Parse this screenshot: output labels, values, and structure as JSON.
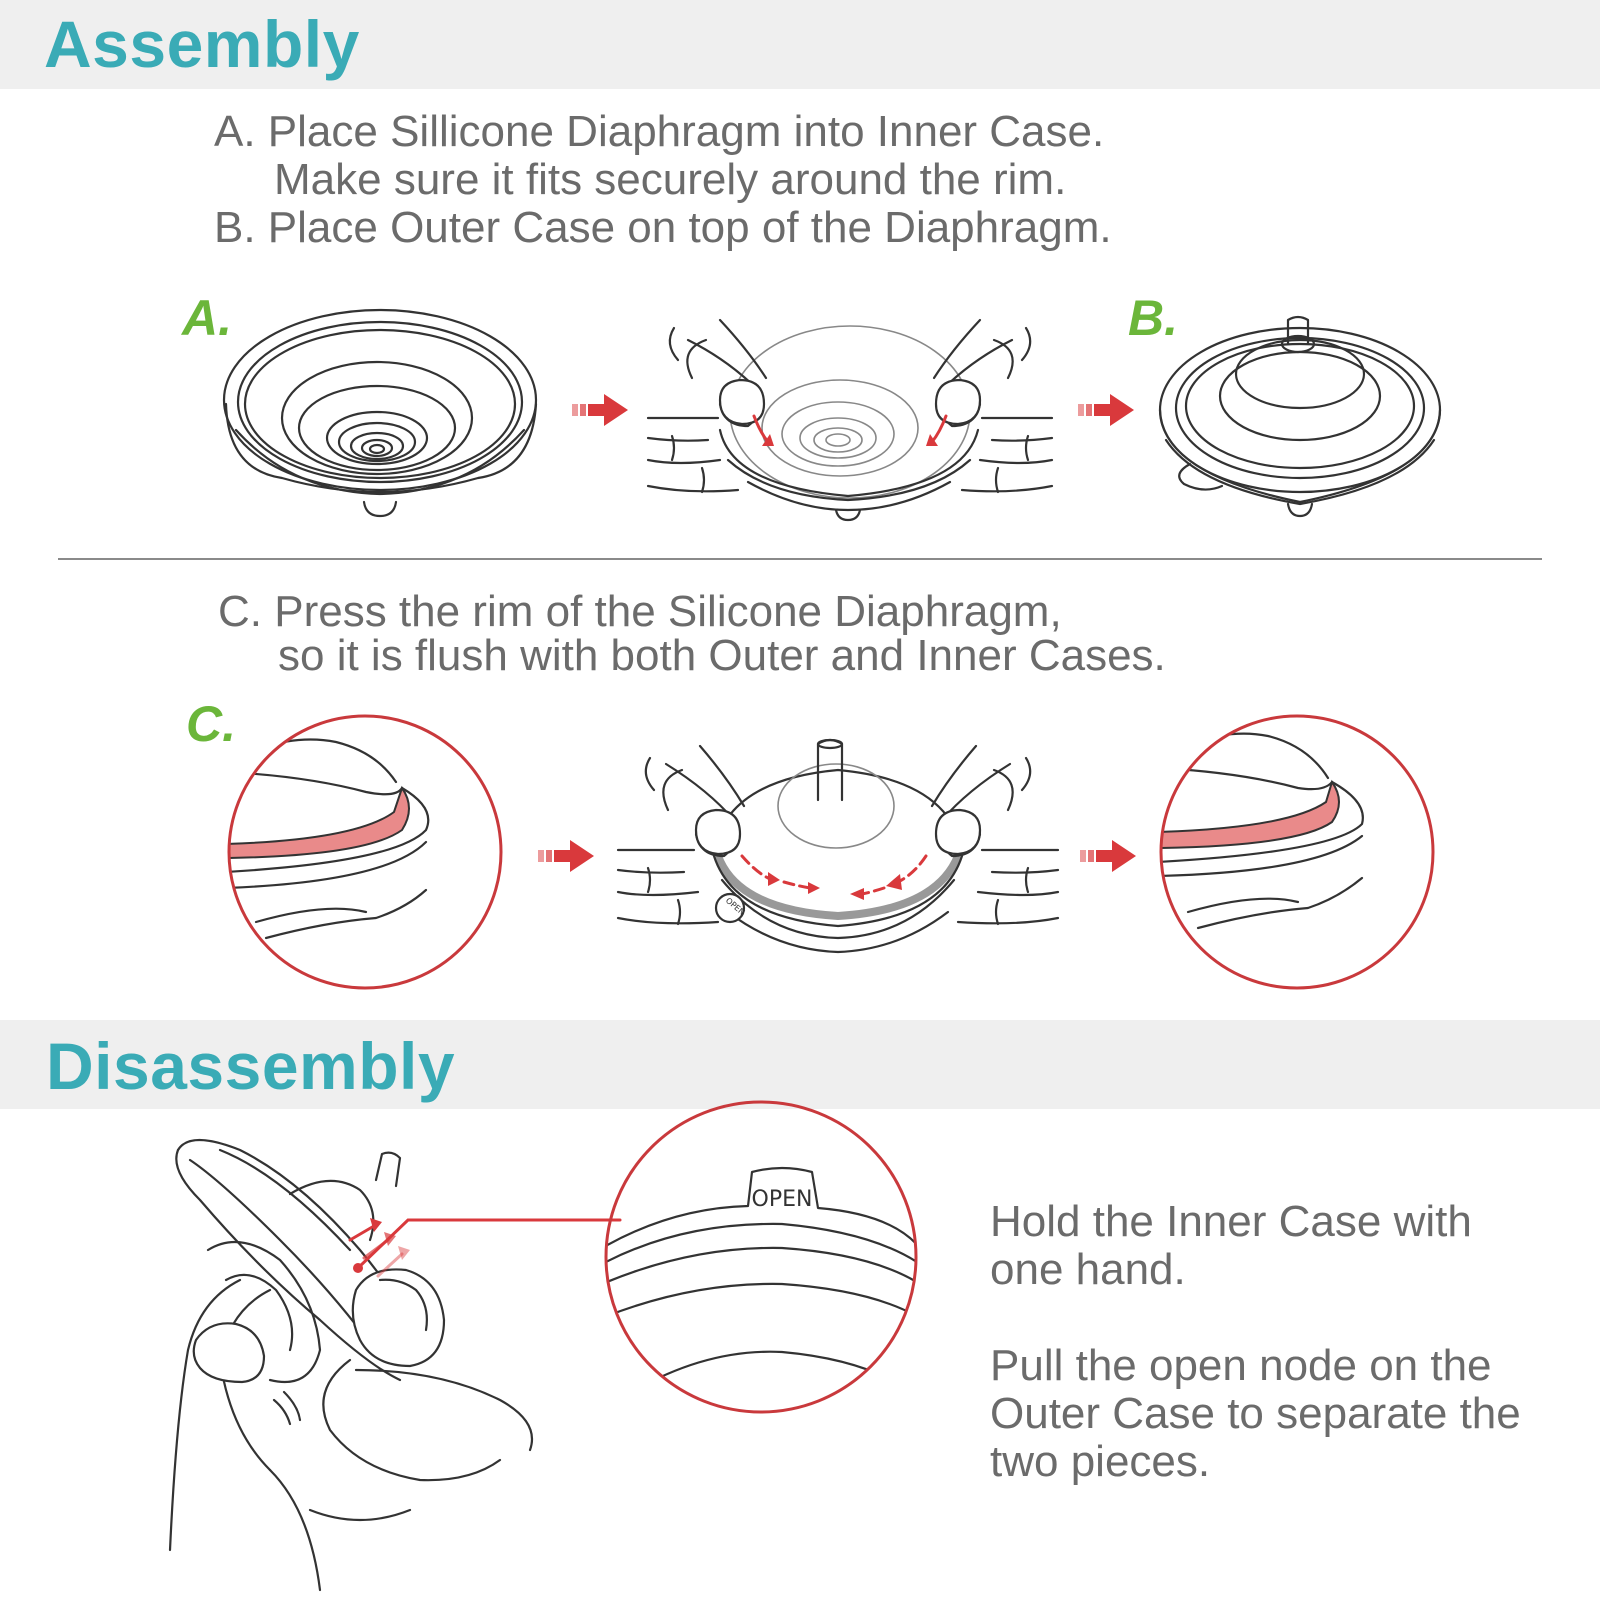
{
  "assembly": {
    "title": "Assembly",
    "instr_ab": {
      "a_line1": "A. Place Sillicone Diaphragm into Inner Case.",
      "a_line2": "Make sure it fits securely around the rim.",
      "b_line": "B. Place Outer Case on top of the Diaphragm."
    },
    "instr_c": {
      "line1": "C. Press the rim of the Silicone Diaphragm,",
      "line2": "so it is flush with both Outer and Inner Cases."
    },
    "step_labels": {
      "a": "A.",
      "b": "B.",
      "c": "C."
    }
  },
  "disassembly": {
    "title": "Disassembly",
    "para1": "Hold the Inner Case with one hand.",
    "para2": "Pull the open node on the Outer Case to separate the two pieces.",
    "node_label": "OPEN",
    "small_node_label": "OPEN"
  },
  "colors": {
    "teal_title": "#3aabb6",
    "green_step": "#6bb63a",
    "red_accent": "#d9393c",
    "pink_rim": "#e98a8a",
    "text_gray": "#6b6b6b",
    "band_gray": "#efefef"
  }
}
